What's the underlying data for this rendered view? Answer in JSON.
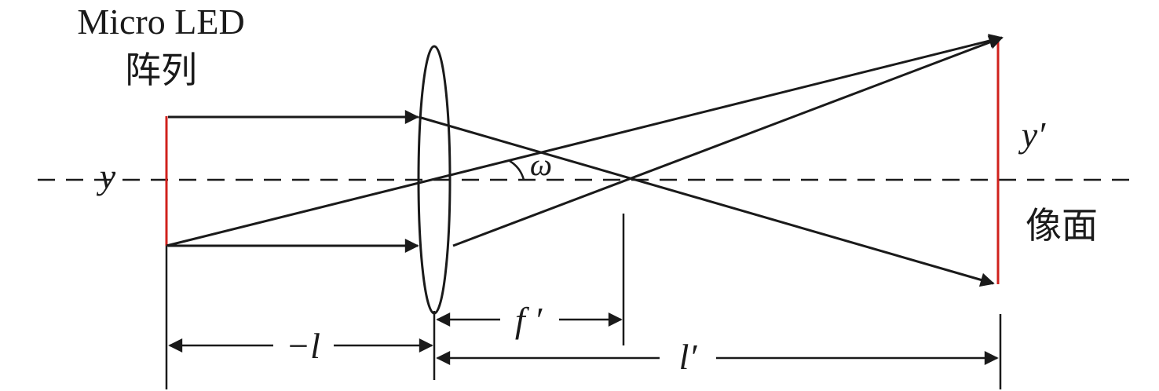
{
  "labels": {
    "source_line1": "Micro LED",
    "source_line2": "阵列",
    "object_height": "y",
    "image_height": "y′",
    "angle": "ω",
    "image_plane": "像面",
    "object_distance": "−l",
    "focal_length": "f ′",
    "image_distance": "l′"
  },
  "colors": {
    "stroke": "#1a1a1a",
    "object_image": "#d0211c"
  }
}
